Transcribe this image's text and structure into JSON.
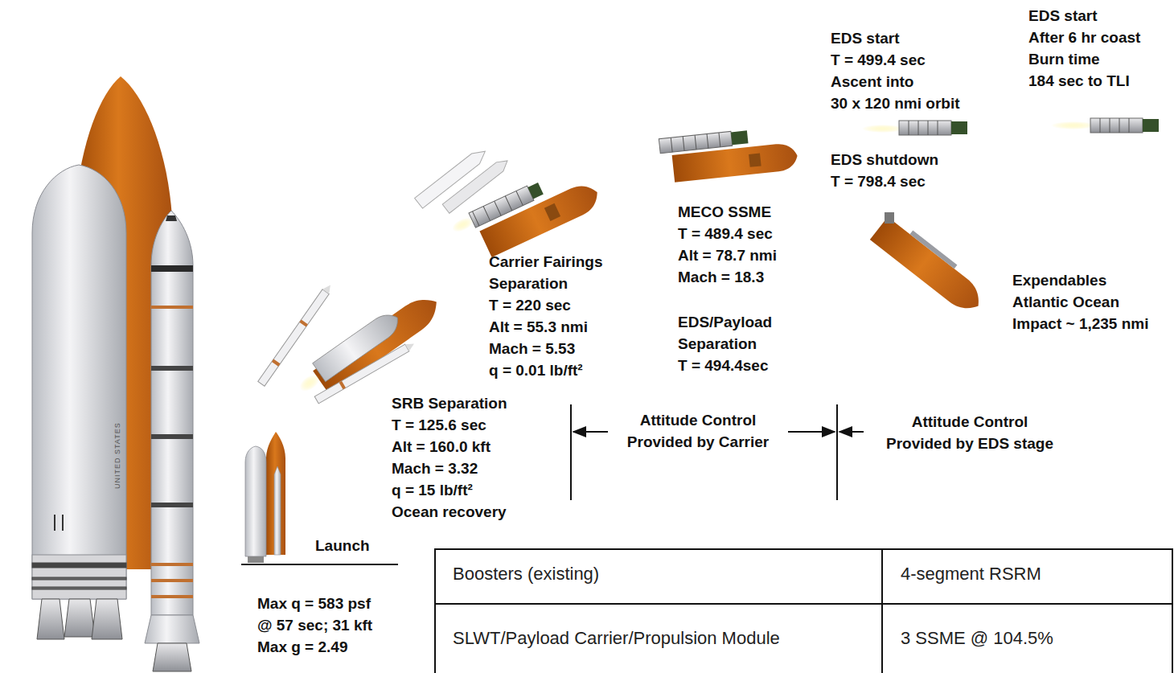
{
  "diagram": {
    "labels": [
      "EDS start T = 499.4 sec Ascent into 30 x 120 nmi orbit",
      "EDS start After 6 hr coast Burn time 184 sec to TLI",
      "EDS shutdown T = 798.4 sec",
      "MECO SSME T = 489.4 sec Alt = 78.7 nmi Mach = 18.3",
      "EDS/Payload Separation T = 494.4sec",
      "Carrier Fairings Separation T = 220 sec Alt = 55.3 nmi Mach = 5.53 q = 0.01 lb/ft²",
      "Expendables Atlantic Ocean Impact ~ 1,235 nmi",
      "SRB Separation T = 125.6 sec Alt = 160.0 kft Mach = 3.32 q = 15 lb/ft² Ocean recovery",
      "Attitude Control Provided by Carrier",
      "Attitude Control Provided by EDS stage",
      "Launch",
      "Max q = 583 psf @ 57 sec; 31 kft Max g = 2.49",
      "Boosters (existing)",
      "4-segment RSRM",
      "SLWT/Payload Carrier/Propulsion Module",
      "3 SSME @ 104.5%",
      "UNITED STATES"
    ]
  }
}
